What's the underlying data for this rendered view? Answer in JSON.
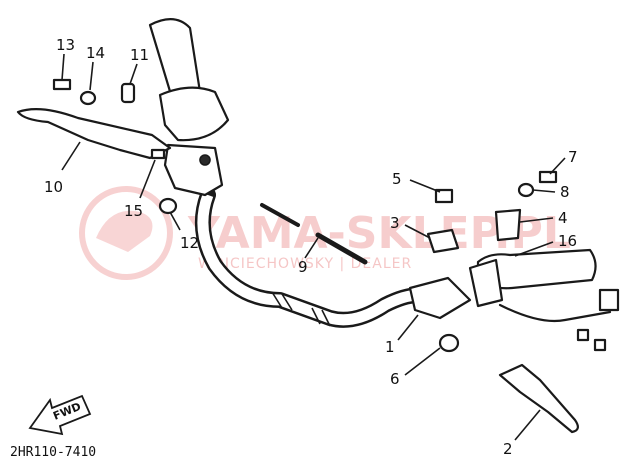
{
  "diagram": {
    "callouts": [
      "13",
      "14",
      "11",
      "10",
      "15",
      "12",
      "5",
      "7",
      "8",
      "3",
      "4",
      "16",
      "9",
      "1",
      "6",
      "2"
    ],
    "fwd_label": "FWD",
    "part_code": "2HR110-7410"
  },
  "watermark": {
    "brand": "YAMA-SKLEP.PL",
    "tagline": "WOJCIECHOWSKY | DEALER"
  },
  "colors": {
    "ink": "#1a1a1a",
    "watermark": "#f2b3b3",
    "background": "#ffffff"
  }
}
